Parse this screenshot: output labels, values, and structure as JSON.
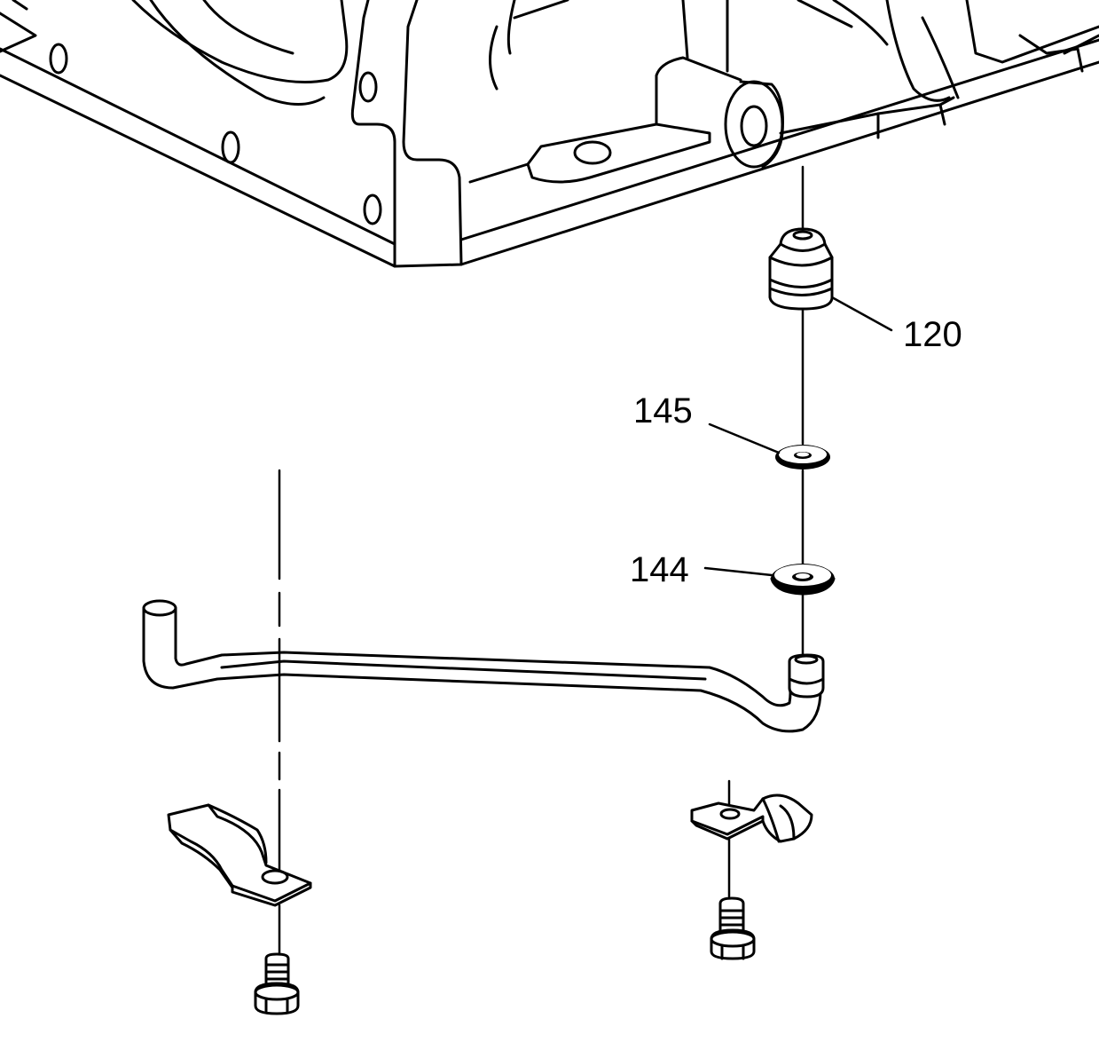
{
  "diagram": {
    "callouts": [
      {
        "id": "part-120",
        "label": "120"
      },
      {
        "id": "part-145",
        "label": "145"
      },
      {
        "id": "part-144",
        "label": "144"
      }
    ],
    "colors": {
      "line": "#000000",
      "background": "#ffffff"
    }
  }
}
